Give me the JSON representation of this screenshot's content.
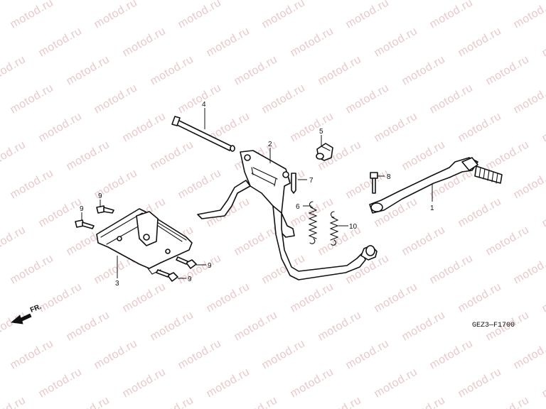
{
  "watermark": {
    "text": "motod.ru",
    "color": "#e9c9c9"
  },
  "parts": [
    {
      "id": "part-1",
      "number": "1"
    },
    {
      "id": "part-2",
      "number": "2"
    },
    {
      "id": "part-3",
      "number": "3"
    },
    {
      "id": "part-4",
      "number": "4"
    },
    {
      "id": "part-5",
      "number": "5"
    },
    {
      "id": "part-6",
      "number": "6"
    },
    {
      "id": "part-7",
      "number": "7"
    },
    {
      "id": "part-8",
      "number": "8"
    },
    {
      "id": "part-9",
      "number": "9"
    },
    {
      "id": "part-10",
      "number": "10"
    }
  ],
  "callouts": {
    "n1": "1",
    "n2": "2",
    "n3": "3",
    "n4": "4",
    "n5": "5",
    "n6": "6",
    "n7": "7",
    "n8": "8",
    "n9a": "9",
    "n9b": "9",
    "n9c": "9",
    "n9d": "9",
    "n10": "10"
  },
  "front_indicator": {
    "label": "FR.",
    "icon": "front-arrow-icon"
  },
  "diagram_code": "GEZ3—F1700",
  "colors": {
    "line": "#111111",
    "background": "#ffffff"
  }
}
